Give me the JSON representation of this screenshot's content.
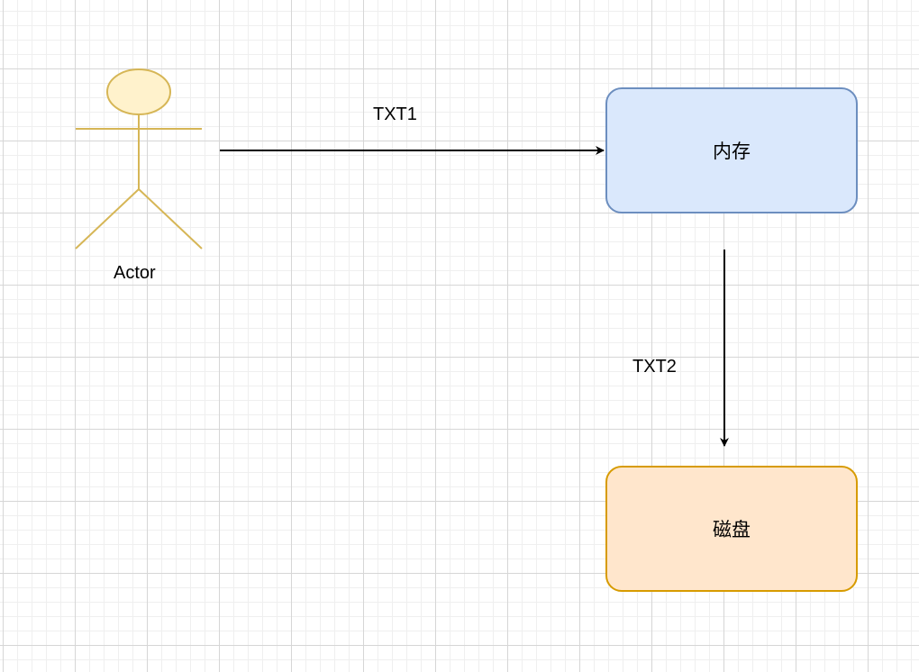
{
  "actor": {
    "label": "Actor",
    "fill_color": "#fff2cc",
    "stroke_color": "#d6b656"
  },
  "edges": [
    {
      "label": "TXT1",
      "from": "Actor",
      "to": "内存"
    },
    {
      "label": "TXT2",
      "from": "内存",
      "to": "磁盘"
    }
  ],
  "nodes": {
    "memory": {
      "label": "内存",
      "fill_color": "#dae8fc",
      "stroke_color": "#6c8ebf"
    },
    "disk": {
      "label": "磁盘",
      "fill_color": "#ffe6cc",
      "stroke_color": "#d79b00"
    }
  }
}
